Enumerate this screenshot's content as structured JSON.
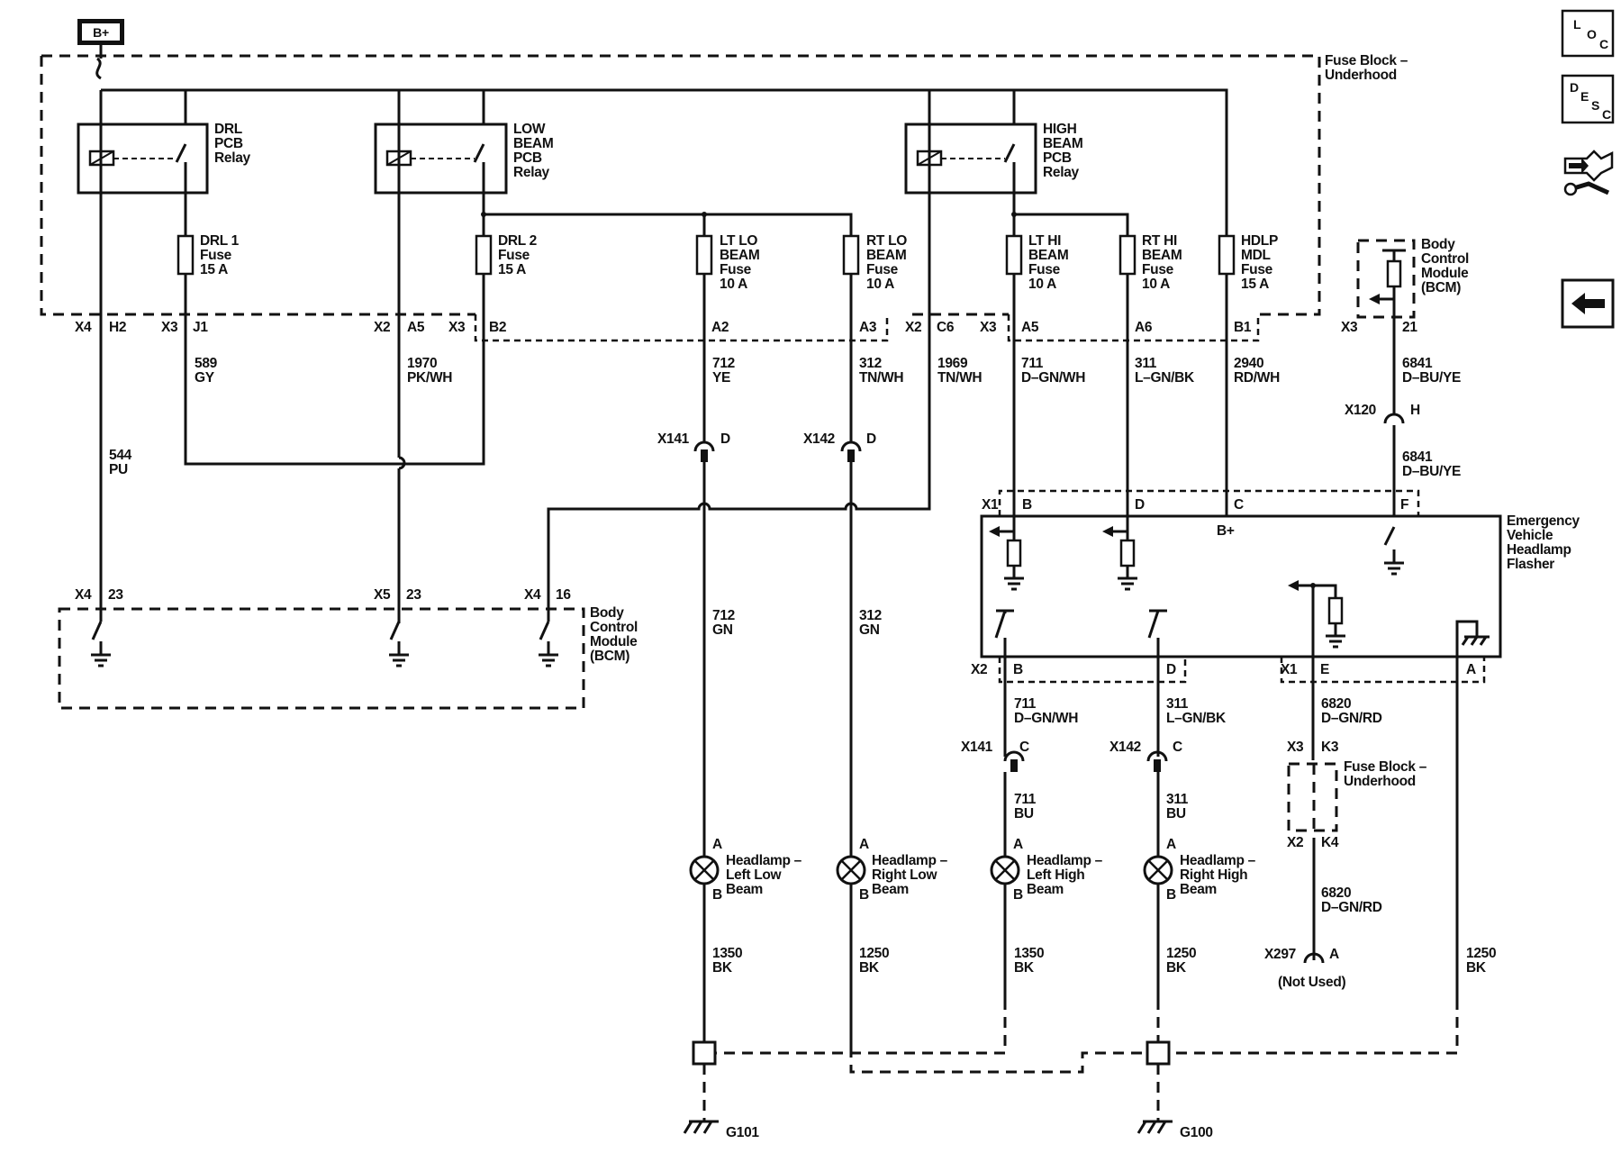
{
  "battery": "B+",
  "nav": {
    "loc": [
      "L",
      "O",
      "C"
    ],
    "desc": [
      "D",
      "E",
      "S",
      "C"
    ]
  },
  "blocks": {
    "fuse_block": [
      "Fuse Block –",
      "Underhood"
    ],
    "bcm_left": [
      "Body",
      "Control",
      "Module",
      "(BCM)"
    ],
    "bcm_right": [
      "Body",
      "Control",
      "Module",
      "(BCM)"
    ],
    "evhf": [
      "Emergency",
      "Vehicle",
      "Headlamp",
      "Flasher"
    ],
    "fuse_block_small": [
      "Fuse Block –",
      "Underhood"
    ],
    "evhf_bplus": "B+"
  },
  "relays": [
    {
      "lines": [
        "DRL",
        "PCB",
        "Relay"
      ]
    },
    {
      "lines": [
        "LOW",
        "BEAM",
        "PCB",
        "Relay"
      ]
    },
    {
      "lines": [
        "HIGH",
        "BEAM",
        "PCB",
        "Relay"
      ]
    }
  ],
  "fuses": [
    {
      "lines": [
        "DRL 1",
        "Fuse",
        "15 A"
      ]
    },
    {
      "lines": [
        "DRL 2",
        "Fuse",
        "15 A"
      ]
    },
    {
      "lines": [
        "LT LO",
        "BEAM",
        "Fuse",
        "10 A"
      ]
    },
    {
      "lines": [
        "RT LO",
        "BEAM",
        "Fuse",
        "10 A"
      ]
    },
    {
      "lines": [
        "LT HI",
        "BEAM",
        "Fuse",
        "10 A"
      ]
    },
    {
      "lines": [
        "RT HI",
        "BEAM",
        "Fuse",
        "10 A"
      ]
    },
    {
      "lines": [
        "HDLP",
        "MDL",
        "Fuse",
        "15 A"
      ]
    }
  ],
  "connector_labels": [
    "X4",
    "H2",
    "X3",
    "J1",
    "X2",
    "A5",
    "X3",
    "B2",
    "A2",
    "A3",
    "X2",
    "C6",
    "X3",
    "A5",
    "A6",
    "B1",
    "X3",
    "21",
    "X4",
    "23",
    "X5",
    "23",
    "X4",
    "16",
    "X141",
    "D",
    "X142",
    "D",
    "X120",
    "H",
    "X1",
    "B",
    "D",
    "C",
    "F",
    "X2",
    "B",
    "D",
    "X1",
    "E",
    "A",
    "X141",
    "C",
    "X142",
    "C",
    "X3",
    "K3",
    "X2",
    "K4",
    "X297",
    "A",
    "A",
    "B",
    "A",
    "B",
    "A",
    "B",
    "A",
    "B"
  ],
  "wires": [
    {
      "lines": [
        "589",
        "GY"
      ]
    },
    {
      "lines": [
        "1970",
        "PK/WH"
      ]
    },
    {
      "lines": [
        "712",
        "YE"
      ]
    },
    {
      "lines": [
        "312",
        "TN/WH"
      ]
    },
    {
      "lines": [
        "1969",
        "TN/WH"
      ]
    },
    {
      "lines": [
        "711",
        "D–GN/WH"
      ]
    },
    {
      "lines": [
        "311",
        "L–GN/BK"
      ]
    },
    {
      "lines": [
        "2940",
        "RD/WH"
      ]
    },
    {
      "lines": [
        "6841",
        "D–BU/YE"
      ]
    },
    {
      "lines": [
        "544",
        "PU"
      ]
    },
    {
      "lines": [
        "6841",
        "D–BU/YE"
      ]
    },
    {
      "lines": [
        "712",
        "GN"
      ]
    },
    {
      "lines": [
        "312",
        "GN"
      ]
    },
    {
      "lines": [
        "711",
        "D–GN/WH"
      ]
    },
    {
      "lines": [
        "311",
        "L–GN/BK"
      ]
    },
    {
      "lines": [
        "6820",
        "D–GN/RD"
      ]
    },
    {
      "lines": [
        "711",
        "BU"
      ]
    },
    {
      "lines": [
        "311",
        "BU"
      ]
    },
    {
      "lines": [
        "6820",
        "D–GN/RD"
      ]
    },
    {
      "lines": [
        "1350",
        "BK"
      ]
    },
    {
      "lines": [
        "1250",
        "BK"
      ]
    },
    {
      "lines": [
        "1350",
        "BK"
      ]
    },
    {
      "lines": [
        "1250",
        "BK"
      ]
    },
    {
      "lines": [
        "1250",
        "BK"
      ]
    }
  ],
  "lamps": [
    {
      "lines": [
        "Headlamp –",
        "Left Low",
        "Beam"
      ]
    },
    {
      "lines": [
        "Headlamp –",
        "Right Low",
        "Beam"
      ]
    },
    {
      "lines": [
        "Headlamp –",
        "Left High",
        "Beam"
      ]
    },
    {
      "lines": [
        "Headlamp –",
        "Right High",
        "Beam"
      ]
    }
  ],
  "not_used": "(Not Used)",
  "grounds": [
    "G101",
    "G100"
  ]
}
